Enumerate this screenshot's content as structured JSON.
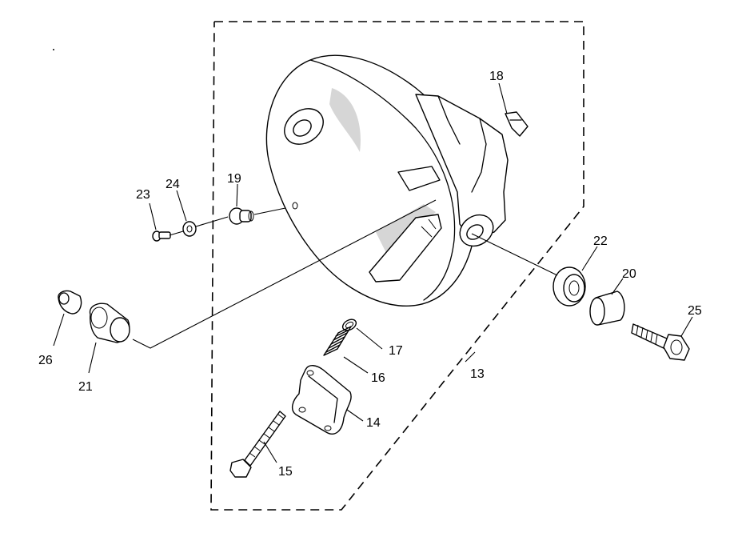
{
  "labels": {
    "p13": "13",
    "p14": "14",
    "p15": "15",
    "p16": "16",
    "p17": "17",
    "p18": "18",
    "p19": "19",
    "p20": "20",
    "p21": "21",
    "p22": "22",
    "p23": "23",
    "p24": "24",
    "p25": "25",
    "p26": "26"
  }
}
